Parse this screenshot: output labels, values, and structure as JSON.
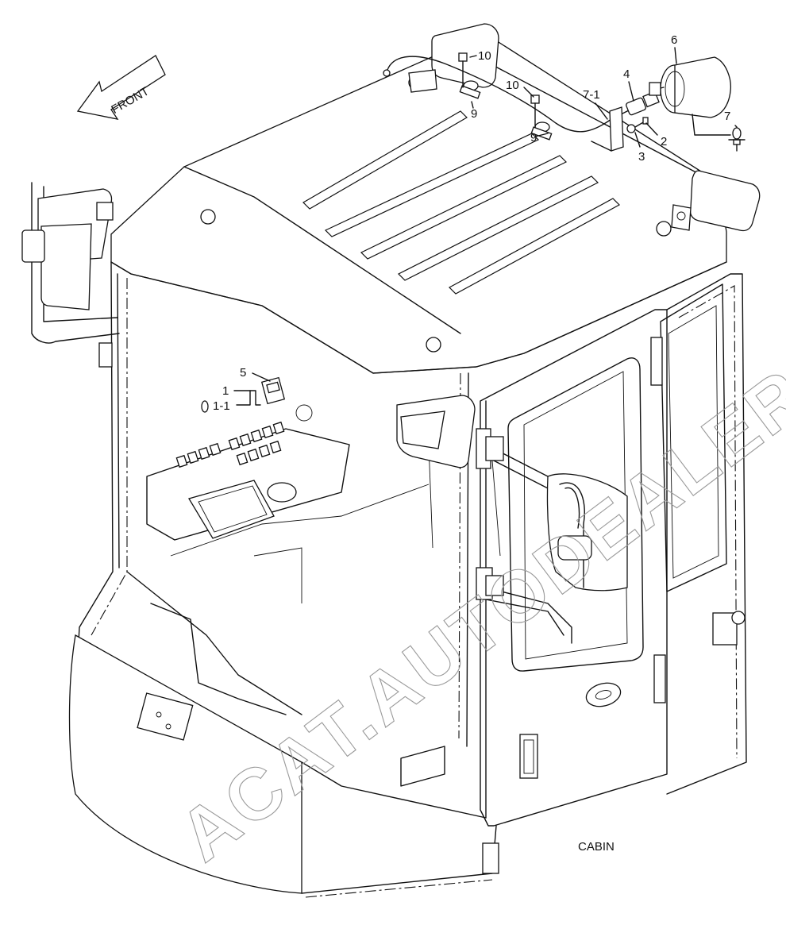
{
  "labels": {
    "front": "FRONT",
    "cabin": "CABIN",
    "callouts": [
      {
        "id": "1",
        "text": "1"
      },
      {
        "id": "1-1",
        "text": "1-1"
      },
      {
        "id": "2",
        "text": "2"
      },
      {
        "id": "3",
        "text": "3"
      },
      {
        "id": "4",
        "text": "4"
      },
      {
        "id": "5",
        "text": "5"
      },
      {
        "id": "6",
        "text": "6"
      },
      {
        "id": "7",
        "text": "7"
      },
      {
        "id": "7-1",
        "text": "7-1"
      },
      {
        "id": "9a",
        "text": "9"
      },
      {
        "id": "9b",
        "text": "9"
      },
      {
        "id": "10a",
        "text": "10"
      },
      {
        "id": "10b",
        "text": "10"
      }
    ]
  },
  "watermark": "ACAT.AUTODEALER.RU"
}
